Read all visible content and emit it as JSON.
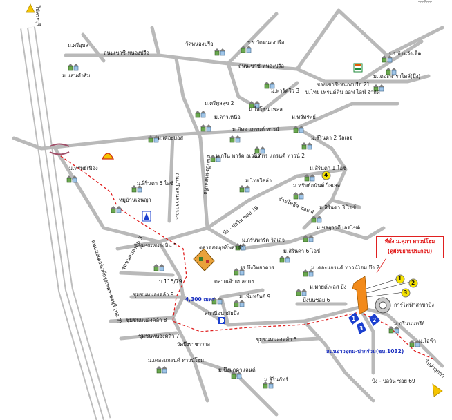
{
  "directions": {
    "top_left": "ไปสระบุรี",
    "bottom_right": "ไปลำลูกกา"
  },
  "roads": {
    "road_nongchok_nongprue_top": "ถนนเขาซี-หนองปรือ",
    "road_nongchok_nongprue_mid": "ถนนเขาซี-หนองปรือ",
    "junction_nongprue_21": "ซอยเขาซี-หนองปรือ 21",
    "company_label": "บ.ไทย เฟรนด์ดิน ออฟ ไลฟ์ จำกัด",
    "road_nongprue_vertical": "ถนนบึง-หนองปรือ",
    "road_buengsaen": "ถนนบึงเสนสาธารณะ",
    "road_soi19": "บึง - ปอวิน ซอย 19",
    "soi_nonsila4": "ซ้ายโพธิ์ส ซอย 4",
    "road_motorway": "ถนนมอเตอร์เวย์กรุงเทพฯ-ชลบุรี (ทล.7)",
    "soi_bungbon6": "บึงบนซอย 6",
    "soi_nongkhla_5": "ชุมชนหนองคล้า 5",
    "soi_nongkhla_7": "ชุมชนหนองคล้า 7",
    "soi_nongkhla_8": "ชุมชนหนองคล้า 8",
    "soi_nongkhla_9": "ชุมชนหนองคล้า 9",
    "soi_nonghee_3": "ชุมชนหนองหิน 3",
    "soi_nonghee_5": "ชุมชนหนองหิน 5",
    "distance": "4,300 เมตร",
    "road_1032": "ถนนอ่าวอุดม-ปากร่วม(ชบ.1032)",
    "road_soi69": "บึง - ปอวิน ซอย 69"
  },
  "places": {
    "m_sriubon": "ม.ศรีอุบล",
    "m_saenkhamsom": "ม.แสนคำส้ม",
    "wat_nongprue": "วัดหนองปรือ",
    "school_nongprue": "ร.ร.วัดหนองปรือ",
    "school_banwangkhet": "ร.ร.บ้านวังเค็ต",
    "m_theparadise": "ม.เดอะพาราไดส์(บึง)",
    "m_parkview3": "ม.พาร์ควิว 3",
    "m_srisuk2": "ม.ศรีพูลสุข 2",
    "m_thaisong": "ม.ไอโซน เพลส",
    "m_daonuea": "ม.ดาวเหนือ",
    "m_tawisap": "ม.ทวีทรัพย์",
    "m_pattra_grand": "ม.ภัทร แกรนด์ ทาวน์",
    "m_theboss": "ม.เดอะบอส",
    "m_sitarin2": "ม.สิรินดา 2 วิลเลจ",
    "m_green_park": "ม.กรีน พาร์ค อเวนิว",
    "m_pattra2": "ม.ภัทร แกรนด์ ทาวน์ 2",
    "m_supfuang": "ม.ทรัพย์เฟือง",
    "m_sitarin5": "ม.สิรินดา 5 ไอซ์",
    "m_sitarin1": "ม.สิรินดา 1 ไอซ์",
    "m_thaiwilla": "ม.ไทยวิลล่า",
    "m_supanan": "ม.ทรัพย์อนันต์ วิลเลจ",
    "m_banjenyaa": "หมู่บ้านเจนญา",
    "m_sitarin3": "ม.สิรินดา 3 ไอซ์",
    "m_chaloem": "ม.ชลฤาวดี เลคไซด์",
    "m_greenpark_village": "ม.กรีนพาร์ค วิลเลจ",
    "market": "ตลาดสดฤทธิ์พลาด่ำ",
    "market2": "ตลาดเจ้าแปลกดง",
    "m_sitarin6": "ม.สิรินดา 6 ไอซ์",
    "school_buengwithaya": "รร.บึงวิทยาคาร",
    "m_the_ancient": "ม.เดอะแกรนด์ ทาวน์โฮม บึง 2",
    "m_the_pleasant": "ม.มายด์เพลส บึง",
    "m_permsap9": "ม.เพิ่มทรัพย์ 9",
    "v_115": "บ.115/79",
    "health_center": "สถานีอนามัยบึง",
    "wat_buengratcha": "วัดบึงราชาวาส",
    "m_the_ancient2": "ม.เดอะแกรนด์ ทาวน์โฮม",
    "m_buengmukdanan": "ม.บึงมุกดาแลนด์",
    "m_sirinapat": "ม.สิรินภัทร์",
    "electricity": "การไฟฟ้าสาขาบึง",
    "m_green_nonsri": "ม.กรีนนนทรีย์",
    "m_ifah": "ม.ไอฟ้า",
    "callout_line1": "ที่ตั้ง ม.ศุภา ทาวน์โฮม",
    "callout_line2": "(ดูผังขยายประกอบ)"
  },
  "markers": {
    "phase_1": "1",
    "phase_2": "2",
    "phase_3": "3",
    "landmark_4": "4",
    "blue_1": "1",
    "blue_2": "2",
    "blue_3": "3"
  },
  "colors": {
    "road": "#b9b9b9",
    "motorway": "#c8c8c8",
    "red_route": "#e02020",
    "blue_marker": "#1b3fcf",
    "yellow_marker": "#f5e200",
    "orange_site": "#f28a1a"
  }
}
